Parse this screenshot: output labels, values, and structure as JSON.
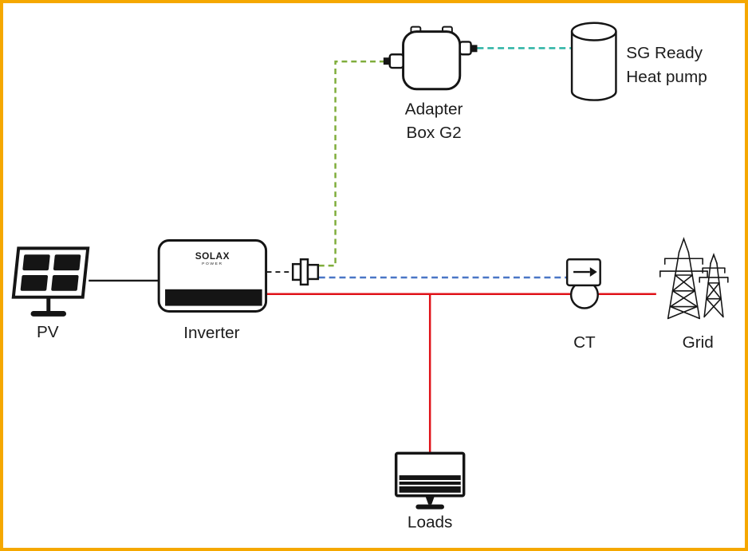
{
  "diagram": {
    "nodes": {
      "pv": {
        "label": "PV"
      },
      "inverter": {
        "label": "Inverter",
        "brand": "SOLAX",
        "brand_sub": "POWER"
      },
      "adapter_box": {
        "label_line1": "Adapter",
        "label_line2": "Box G2"
      },
      "heat_pump": {
        "label_line1": "SG Ready",
        "label_line2": "Heat pump"
      },
      "ct": {
        "label": "CT"
      },
      "grid": {
        "label": "Grid"
      },
      "loads": {
        "label": "Loads"
      }
    },
    "colors": {
      "frame_border": "#F5A800",
      "line_black": "#1a1a1a",
      "line_red": "#E01218",
      "line_green": "#7FAD3B",
      "line_teal": "#2BB3A4",
      "line_blue": "#4A76C6"
    },
    "connections": [
      {
        "from": "pv",
        "to": "inverter",
        "style": "solid",
        "color_key": "line_black"
      },
      {
        "from": "inverter",
        "to": "splitter",
        "style": "dashed",
        "color_key": "line_black"
      },
      {
        "from": "splitter",
        "to": "adapter_box",
        "style": "dashed",
        "color_key": "line_green"
      },
      {
        "from": "adapter_box",
        "to": "heat_pump",
        "style": "dashed",
        "color_key": "line_teal"
      },
      {
        "from": "splitter",
        "to": "ct",
        "style": "dashed",
        "color_key": "line_blue"
      },
      {
        "from": "inverter",
        "to": "grid",
        "style": "solid",
        "color_key": "line_red"
      },
      {
        "from": "inverter_grid_line",
        "to": "loads",
        "style": "solid",
        "color_key": "line_red"
      }
    ]
  }
}
